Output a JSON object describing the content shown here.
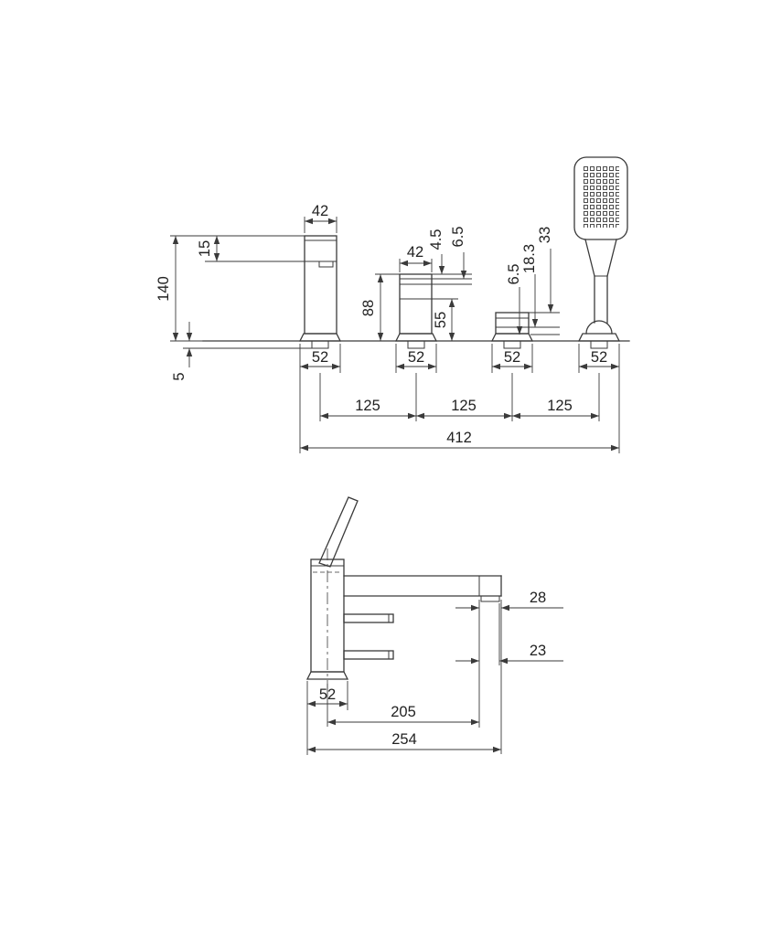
{
  "style": {
    "background": "#ffffff",
    "line_color": "#3a3a3a",
    "text_color": "#222222"
  },
  "top_view": {
    "spout_top_width": "42",
    "spout_head_height": "15",
    "spout_height": "140",
    "under_deck_depth": "5",
    "valve_top_width": "42",
    "valve_height": "88",
    "valve_body_height": "55",
    "valve_step_a": "4.5",
    "valve_step_b": "6.5",
    "diverter_step_a": "6.5",
    "diverter_step_b": "18.3",
    "diverter_height": "33",
    "base_widths": [
      "52",
      "52",
      "52",
      "52"
    ],
    "hole_pitches": [
      "125",
      "125",
      "125"
    ],
    "overall_width": "412"
  },
  "side_view": {
    "spout_end_depth": "28",
    "outlet_depth": "23",
    "base_width": "52",
    "spout_reach": "205",
    "overall_depth": "254"
  }
}
